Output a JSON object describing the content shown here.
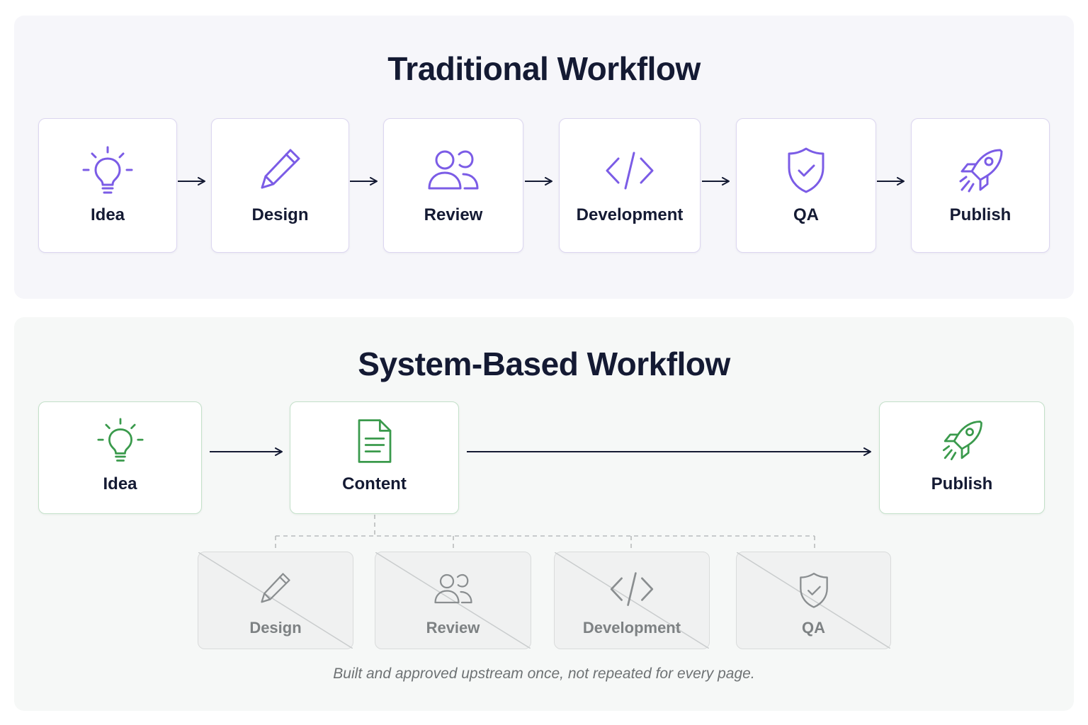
{
  "traditional": {
    "title": "Traditional Workflow",
    "steps": [
      {
        "label": "Idea",
        "icon": "lightbulb-icon"
      },
      {
        "label": "Design",
        "icon": "pencil-icon"
      },
      {
        "label": "Review",
        "icon": "users-icon"
      },
      {
        "label": "Development",
        "icon": "code-icon"
      },
      {
        "label": "QA",
        "icon": "shield-check-icon"
      },
      {
        "label": "Publish",
        "icon": "rocket-icon"
      }
    ]
  },
  "system": {
    "title": "System-Based Workflow",
    "steps": [
      {
        "label": "Idea",
        "icon": "lightbulb-icon"
      },
      {
        "label": "Content",
        "icon": "document-icon"
      },
      {
        "label": "Publish",
        "icon": "rocket-icon"
      }
    ],
    "skipped_steps": [
      {
        "label": "Design",
        "icon": "pencil-icon"
      },
      {
        "label": "Review",
        "icon": "users-icon"
      },
      {
        "label": "Development",
        "icon": "code-icon"
      },
      {
        "label": "QA",
        "icon": "shield-check-icon"
      }
    ],
    "caption": "Built and approved upstream once, not repeated for every page."
  },
  "colors": {
    "traditional_accent": "#7b5ce6",
    "system_accent": "#3a9a4c",
    "skipped": "#8a8e90",
    "arrow": "#141a33",
    "text": "#141a33"
  }
}
